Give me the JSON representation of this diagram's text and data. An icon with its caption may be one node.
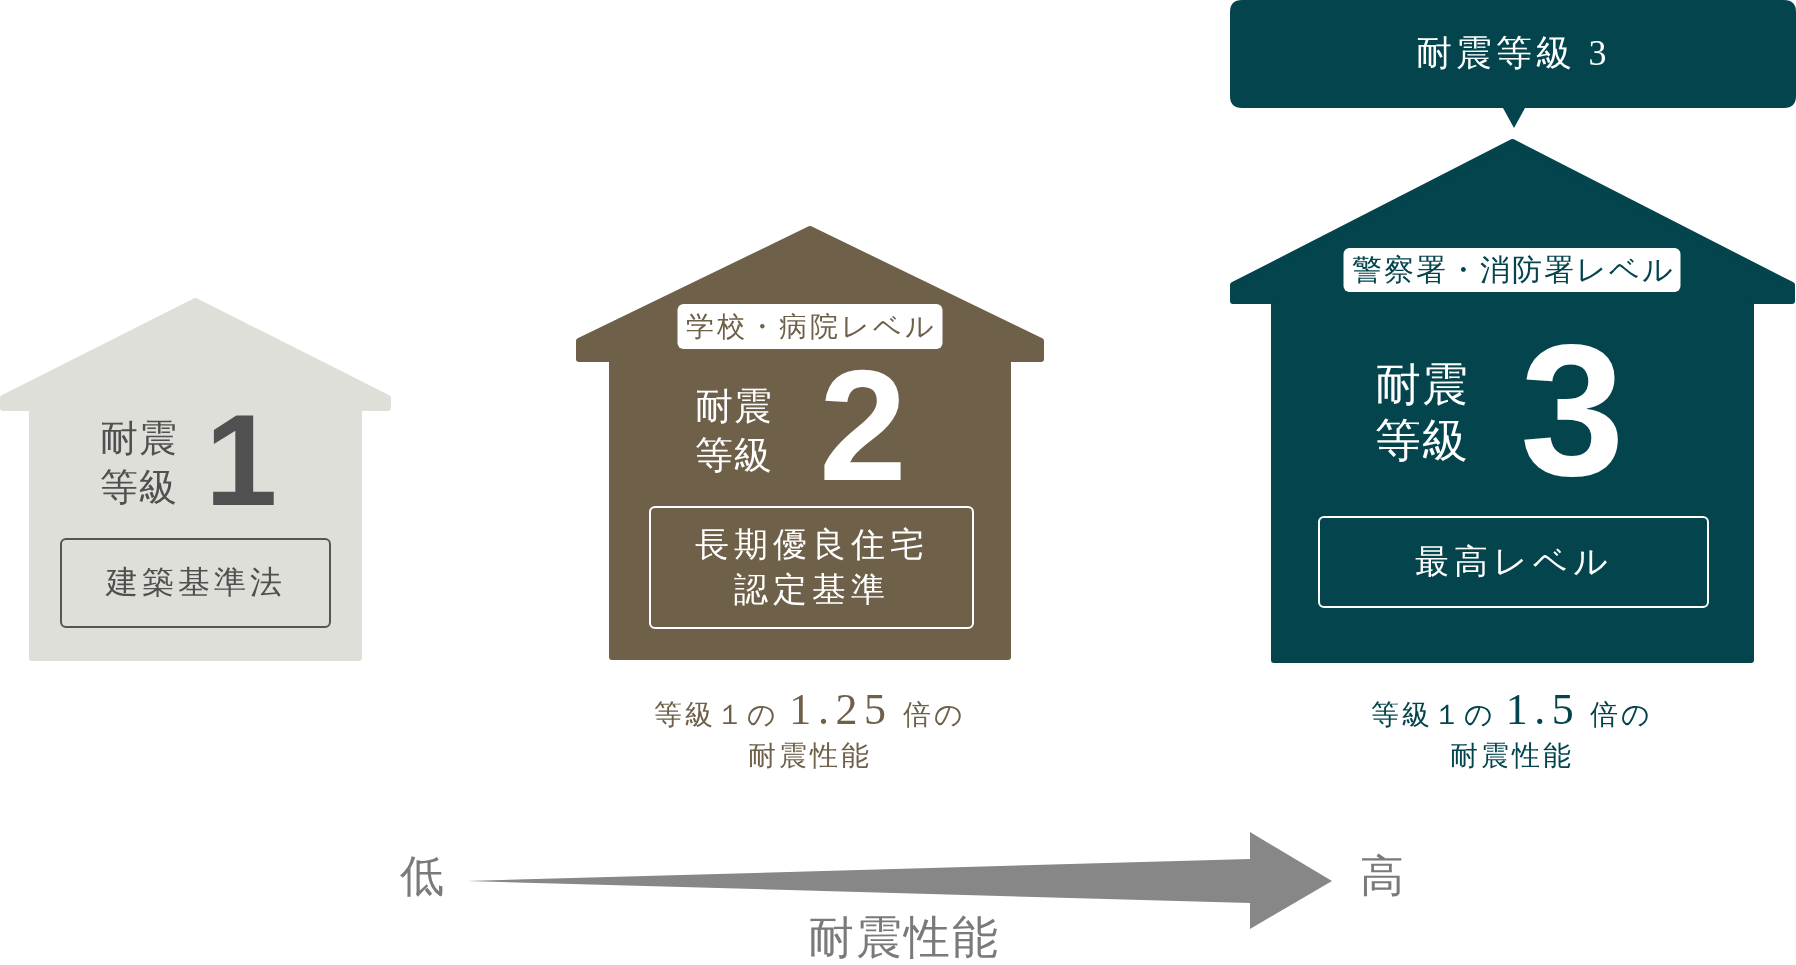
{
  "diagram": {
    "nodes": [
      {
        "text": [
          "耐震等級",
          "1"
        ]
      },
      {
        "text": [
          "建築基準法"
        ],
        "in": 0
      },
      {
        "text": [
          "耐震等級",
          "2"
        ],
        "beside": [
          "等級１の **1.25** 倍の耐震性能"
        ]
      },
      {
        "text": [
          "学校・病院レベル"
        ],
        "in": 2
      },
      {
        "text": [
          "長期優良住宅認定基準"
        ],
        "in": 2
      },
      {
        "text": [
          "耐震等級 3"
        ]
      },
      {
        "text": [
          "耐震等級",
          "3"
        ],
        "beside": [
          "等級１の **1.5** 倍の耐震性能"
        ]
      },
      {
        "text": [
          "警察署・消防署レベル"
        ],
        "in": 6
      },
      {
        "text": [
          "最高レベル"
        ],
        "in": 6
      }
    ],
    "labels": [
      "低",
      "高",
      "耐震性能"
    ]
  }
}
